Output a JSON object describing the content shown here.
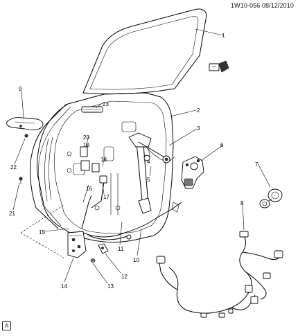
{
  "header": {
    "diagram_code": "1W10-056",
    "date": "08/12/2010"
  },
  "callouts": [
    "1",
    "2",
    "3",
    "4",
    "5",
    "6",
    "7",
    "8",
    "9",
    "10",
    "11",
    "12",
    "13",
    "14",
    "15",
    "16",
    "17",
    "18",
    "19",
    "20",
    "21",
    "22",
    "23"
  ],
  "corner_mark": "A"
}
